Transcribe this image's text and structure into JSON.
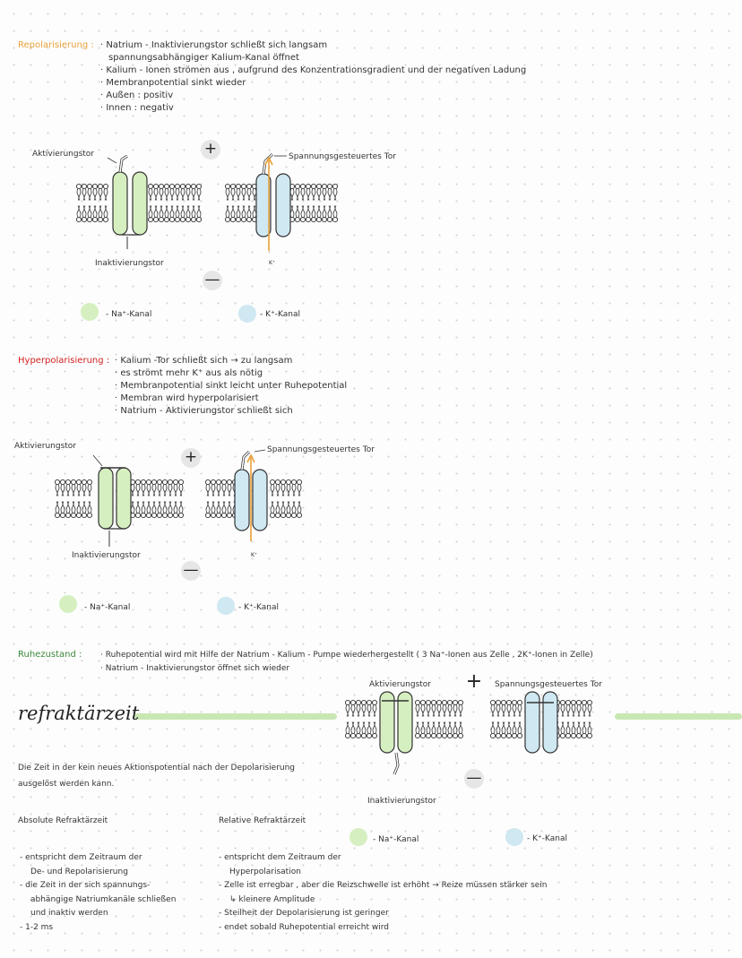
{
  "colors": {
    "repolarisierung": "#e8a13a",
    "hyperpolarisierung": "#d11f1f",
    "ruhezustand": "#3c8a3c",
    "na_channel": "#d6efc0",
    "k_channel": "#cfe8f2",
    "highlight": "#c9e7b3"
  },
  "repol": {
    "heading": "Repolarisierung :",
    "bullets": [
      "Natrium - Inaktivierungstor schließt sich langsam",
      "spannungsabhängiger Kalium-Kanal öffnet",
      "Kalium - Ionen strömen aus , aufgrund des Konzentrationsgradient und der negativen Ladung",
      "Membranpotential sinkt wieder",
      "Außen : positiv",
      "Innen : negativ"
    ],
    "aktivierungstor": "Aktivierungstor",
    "spannungstor": "Spannungsgesteuertes Tor",
    "inaktivierungstor": "Inaktivierungstor",
    "plus": "+",
    "minus": "—",
    "k_ion": "K⁺",
    "legend_na": "- Na⁺-Kanal",
    "legend_k": "- K⁺-Kanal"
  },
  "hyper": {
    "heading": "Hyperpolarisierung :",
    "bullets": [
      "Kalium -Tor schließt sich → zu langsam",
      "es strömt mehr K⁺ aus als nötig",
      "Membranpotential sinkt leicht unter Ruhepotential",
      "Membran wird hyperpolarisiert",
      "Natrium - Aktivierungstor schließt sich"
    ],
    "aktivierungstor": "Aktivierungstor",
    "spannungstor": "Spannungsgesteuertes Tor",
    "inaktivierungstor": "Inaktivierungstor",
    "plus": "+",
    "minus": "—",
    "k_ion": "K⁺",
    "legend_na": "- Na⁺-Kanal",
    "legend_k": "- K⁺-Kanal"
  },
  "ruhe": {
    "heading": "Ruhezustand :",
    "bullets": [
      "Ruhepotential wird mit Hilfe der Natrium - Kalium - Pumpe wiederhergestellt ( 3 Na⁺-Ionen aus Zelle , 2K⁺-Ionen in Zelle)",
      "Natrium - Inaktivierungstor öffnet sich wieder"
    ],
    "aktivierungstor": "Aktivierungstor",
    "spannungstor": "Spannungsgesteuertes Tor",
    "inaktivierungstor": "Inaktivierungstor",
    "plus": "+",
    "minus": "—",
    "legend_na": "- Na⁺-Kanal",
    "legend_k": "- K⁺-Kanal"
  },
  "refrak": {
    "title": "refraktärzeit",
    "definition": [
      "Die Zeit in der kein neues Aktionspotential nach der Depolarisierung",
      "ausgelöst werden kann."
    ],
    "absolute": {
      "heading": "Absolute Refraktärzeit",
      "lines": [
        "- entspricht dem Zeitraum der",
        "De- und Repolarisierung",
        "- die Zeit in der sich spannungs-",
        "abhängige Natriumkanäle schließen",
        "und inaktiv werden",
        "- 1-2 ms"
      ]
    },
    "relative": {
      "heading": "Relative Refraktärzeit",
      "lines": [
        "- entspricht dem Zeitraum der",
        "Hyperpolarisation",
        "- Zelle ist erregbar , aber die Reizschwelle ist erhöht → Reize müssen stärker sein",
        "↳ kleinere Amplitude",
        "- Steilheit der Depolarisierung ist geringer",
        "- endet sobald Ruhepotential erreicht wird"
      ]
    }
  }
}
